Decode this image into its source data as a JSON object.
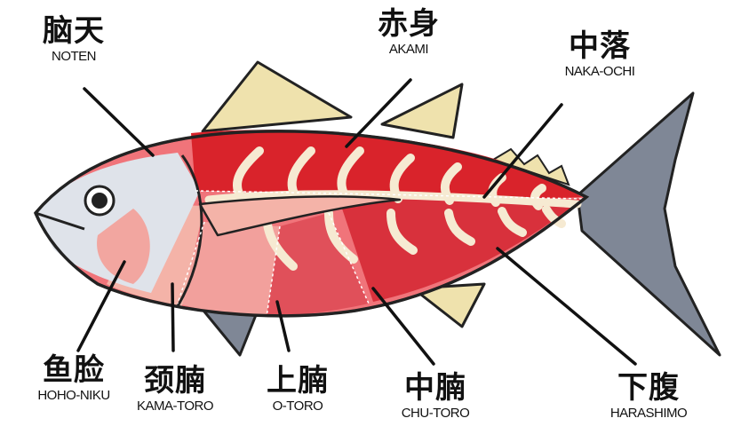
{
  "labels": {
    "noten": {
      "cn": "脑天",
      "rom": "NOTEN"
    },
    "akami": {
      "cn": "赤身",
      "rom": "AKAMI"
    },
    "nakaochi": {
      "cn": "中落",
      "rom": "NAKA-OCHI"
    },
    "hoho": {
      "cn": "鱼脸",
      "rom": "HOHO-NIKU"
    },
    "kama": {
      "cn": "颈腩",
      "rom": "KAMA-TORO"
    },
    "otoro": {
      "cn": "上腩",
      "rom": "O-TORO"
    },
    "chutoro": {
      "cn": "中腩",
      "rom": "CHU-TORO"
    },
    "harashimo": {
      "cn": "下腹",
      "rom": "HARASHIMO"
    }
  },
  "colors": {
    "akami": "#d9232b",
    "noten": "#f0747a",
    "kama": "#f4b3a8",
    "otoro": "#f2a09c",
    "chutoro": "#e0505a",
    "harashimo": "#d8313c",
    "head": "#f2a6a0",
    "tail": "#7f8796",
    "fin_yellow": "#efe2ad",
    "bone": "#f6ead2"
  }
}
